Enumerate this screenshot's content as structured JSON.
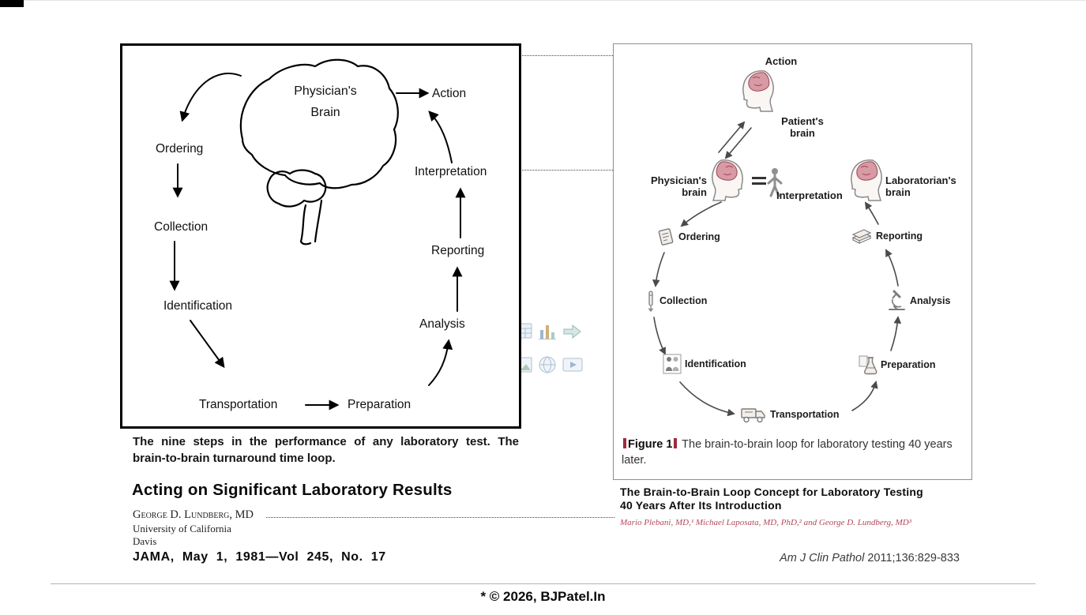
{
  "page": {
    "copyright": "* © 2026, BJPatel.In"
  },
  "left": {
    "brain_label": "Physician's\nBrain",
    "steps": {
      "action": "Action",
      "ordering": "Ordering",
      "collection": "Collection",
      "identification": "Identification",
      "transportation": "Transportation",
      "preparation": "Preparation",
      "analysis": "Analysis",
      "reporting": "Reporting",
      "interpretation": "Interpretation"
    },
    "caption_line1": "The nine steps in the performance of any laboratory test. The",
    "caption_line2": "brain-to-brain turnaround time loop.",
    "title": "Acting on Significant Laboratory Results",
    "author": "George D. Lundberg, MD",
    "affiliation_line1": "University of California",
    "affiliation_line2": "Davis",
    "citation": "JAMA, May 1, 1981—Vol 245, No. 17"
  },
  "right": {
    "action": "Action",
    "patient_brain": "Patient's\nbrain",
    "physician_brain": "Physician's\nbrain",
    "laboratorian_brain": "Laboratorian's\nbrain",
    "interpretation": "Interpretation",
    "steps": {
      "ordering": "Ordering",
      "collection": "Collection",
      "identification": "Identification",
      "transportation": "Transportation",
      "preparation": "Preparation",
      "analysis": "Analysis",
      "reporting": "Reporting"
    },
    "figure_label": "Figure 1",
    "figure_caption": " The brain-to-brain loop for laboratory testing 40 years later.",
    "title_line1": "The Brain-to-Brain Loop Concept for Laboratory Testing",
    "title_line2": "40 Years After Its Introduction",
    "authors": "Mario Plebani, MD,¹ Michael Laposata, MD, PhD,² and George D. Lundberg, MD³",
    "journal_name": "Am J Clin Pathol",
    "journal_ref": " 2011;136:829-833"
  },
  "colors": {
    "accent_maroon": "#9e2b3e",
    "author_red": "#b5485a",
    "brain_pink": "#d89aa4"
  }
}
